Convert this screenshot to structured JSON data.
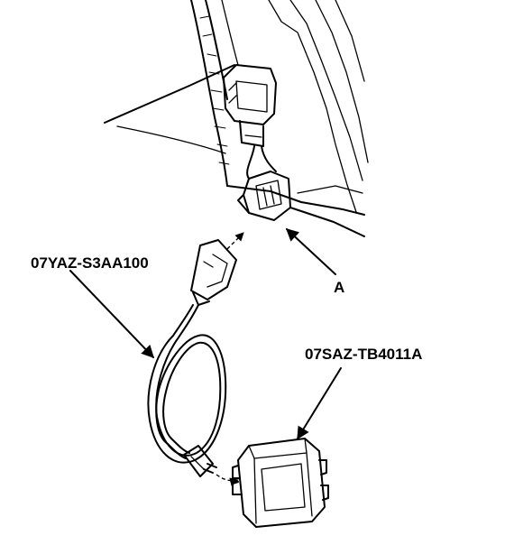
{
  "diagram": {
    "labels": {
      "harness_part_number": "07YAZ-S3AA100",
      "tester_part_number": "07SAZ-TB4011A",
      "connector_callout": "A"
    }
  }
}
